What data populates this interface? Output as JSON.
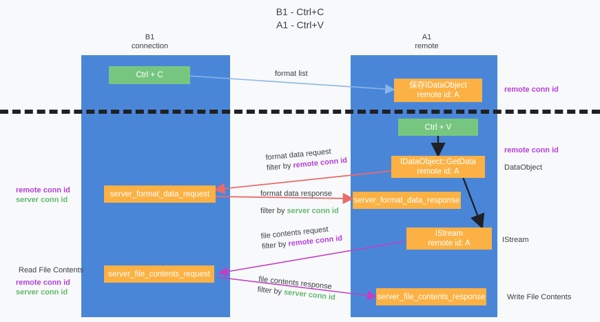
{
  "title": {
    "line1": "B1 - Ctrl+C",
    "line2": "A1 - Ctrl+V"
  },
  "lanes": [
    {
      "name": "b1",
      "head_line1": "B1",
      "head_line2": "connection",
      "color": "#4a86d8"
    },
    {
      "name": "a1",
      "head_line1": "A1",
      "head_line2": "remote",
      "color": "#4a86d8"
    }
  ],
  "nodes": {
    "ctrl_c": {
      "label": "Ctrl + C",
      "color": "#77c680"
    },
    "ctrl_v": {
      "label": "Ctrl + V",
      "color": "#77c680"
    },
    "idataobject_saved": {
      "line1": "保存IDataObject",
      "line2": "remote id: A",
      "color": "#fbb143"
    },
    "idataobject_getdata": {
      "line1": "IDataObject::GetData",
      "line2": "remote id: A",
      "color": "#fbb143"
    },
    "istream": {
      "line1": "IStream",
      "line2": "remote id: A",
      "color": "#fbb143"
    },
    "server_format_data_request": {
      "label": "server_format_data_request",
      "color": "#fbb143"
    },
    "server_format_data_response": {
      "label": "server_format_data_response",
      "color": "#fbb143"
    },
    "server_file_contents_request": {
      "label": "server_file_contents_request",
      "color": "#fbb143"
    },
    "server_file_contents_response": {
      "label": "server_file_contents_response",
      "color": "#fbb143"
    }
  },
  "edge_labels": {
    "format_list": "format list",
    "format_data_request": {
      "line1": "format data request",
      "line2_prefix": "filter by ",
      "line2_key": "remote conn id"
    },
    "format_data_response": {
      "line1": "format data response",
      "line2_prefix": "filter by ",
      "line2_key": "server conn id"
    },
    "file_contents_request": {
      "line1": "file contents request",
      "line2_prefix": "filter by ",
      "line2_key": "remote conn id"
    },
    "file_contents_response": {
      "line1": "file contents response",
      "line2_prefix": "filter by ",
      "line2_key": "server conn id"
    }
  },
  "side_labels": {
    "right_remote_conn_top": "remote conn id",
    "right_remote_conn_mid": "remote conn id",
    "right_dataobject": "DataObject",
    "right_istream": "IStream",
    "right_write_file_contents": "Write File Contents",
    "left_remote_conn": "remote conn id",
    "left_server_conn": "server conn id",
    "left_read_file_contents": "Read File Contents",
    "left_remote_conn2": "remote conn id",
    "left_server_conn2": "server conn id"
  },
  "colors": {
    "lane": "#4a86d8",
    "orange": "#fbb143",
    "green_node": "#77c680",
    "purple": "#b540d6",
    "green_text": "#63b86f",
    "red_arrow": "#ea6a6a",
    "blue_arrow": "#8ab6e8",
    "magenta_arrow": "#c23fc2",
    "black": "#202124",
    "background": "#f8f9fa"
  }
}
